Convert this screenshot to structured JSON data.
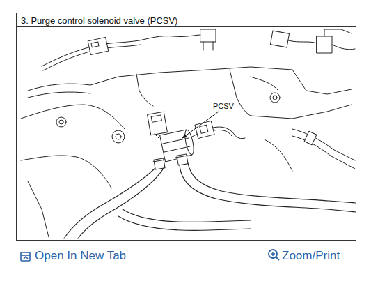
{
  "diagram": {
    "title": "3. Purge control solenoid valve (PCSV)",
    "labels": [
      "PCSV",
      "Open In New Tab",
      "Zoom/Print"
    ]
  }
}
